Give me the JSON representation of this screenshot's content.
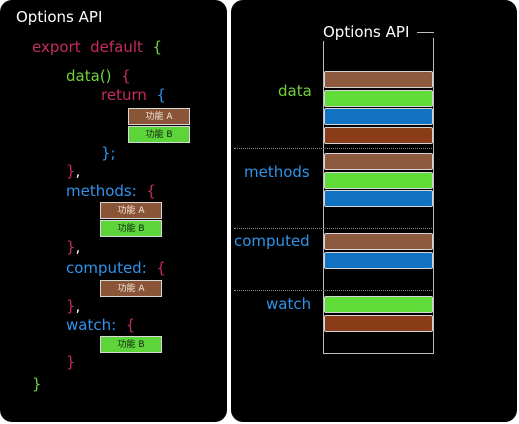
{
  "left": {
    "title": "Options API",
    "code": {
      "l1_kw": "export",
      "l1_kw2": "default",
      "l1_brace": "{",
      "l2_name": "data",
      "l2_paren": "()",
      "l2_brace": "{",
      "l3_kw": "return",
      "l3_brace": "{",
      "chip_a": "功能 A",
      "chip_b": "功能 B",
      "l4_close": "};",
      "l5_close": "}",
      "comma": ",",
      "methods_name": "methods",
      "colon": ":",
      "methods_open": "{",
      "methods_close": "}",
      "computed_name": "computed",
      "computed_open": "{",
      "computed_close": "}",
      "watch_name": "watch",
      "watch_open": "{",
      "watch_close": "}",
      "final_close": "}"
    }
  },
  "right": {
    "title": "Options API",
    "labels": {
      "data": "data",
      "methods": "methods",
      "computed": "computed",
      "watch": "watch"
    }
  },
  "colors": {
    "background": "#000000",
    "pink": "#c62a64",
    "green": "#6fd33a",
    "blue": "#2f93ea",
    "brown": "#8d5a3d",
    "rust": "#8a3b17",
    "feature_blue": "#1272c2"
  }
}
